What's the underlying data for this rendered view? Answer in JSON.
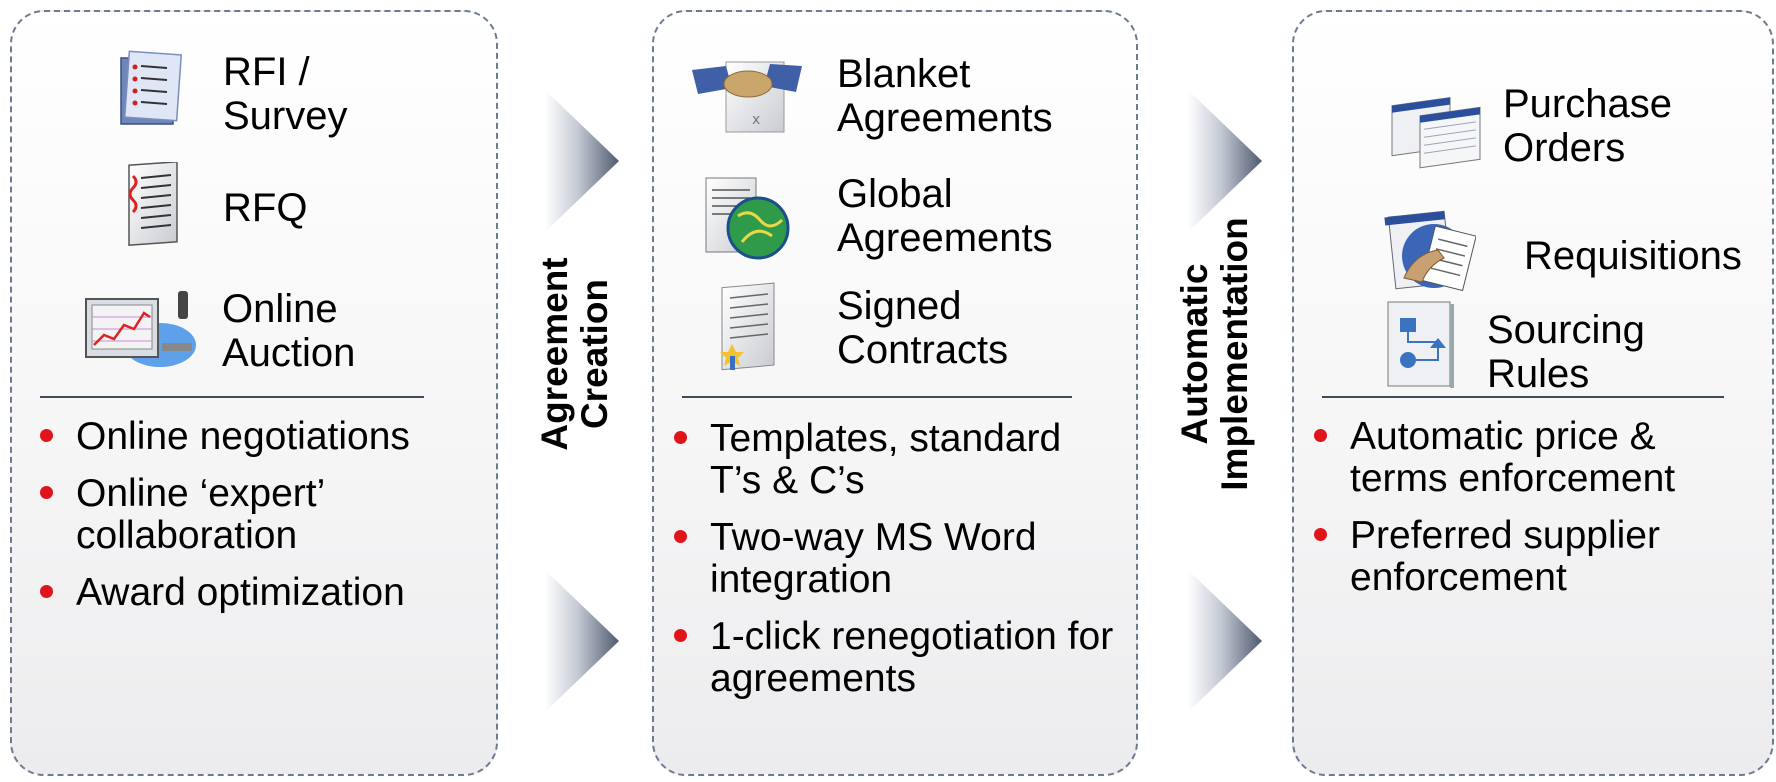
{
  "stage_labels": {
    "agreement_creation": "Agreement Creation",
    "automatic_implementation": "Automatic Implementation"
  },
  "panels": [
    {
      "items": [
        {
          "label": "RFI /\nSurvey",
          "icon": "checklist-icon"
        },
        {
          "label": "RFQ",
          "icon": "document-list-icon"
        },
        {
          "label": "Online\nAuction",
          "icon": "auction-computer-icon"
        }
      ],
      "bullets": [
        "Online negotiations",
        "Online ‘expert’ collaboration",
        "Award optimization"
      ]
    },
    {
      "items": [
        {
          "label": "Blanket\nAgreements",
          "icon": "handshake-icon"
        },
        {
          "label": "Global\nAgreements",
          "icon": "globe-document-icon"
        },
        {
          "label": "Signed\nContracts",
          "icon": "signed-certificate-icon"
        }
      ],
      "bullets": [
        "Templates, standard T’s & C’s",
        "Two-way MS Word integration",
        "1-click renegotiation for agreements"
      ]
    },
    {
      "items": [
        {
          "label": "Purchase\nOrders",
          "icon": "purchase-order-windows-icon"
        },
        {
          "label": "Requisitions",
          "icon": "requisition-hand-icon"
        },
        {
          "label": "Sourcing\nRules",
          "icon": "flowchart-icon"
        }
      ],
      "bullets": [
        "Automatic price & terms enforcement",
        "Preferred supplier enforcement"
      ]
    }
  ],
  "colors": {
    "bullet": "#e0141b",
    "panel_border": "#6e7a92",
    "arrow": "#596579"
  }
}
